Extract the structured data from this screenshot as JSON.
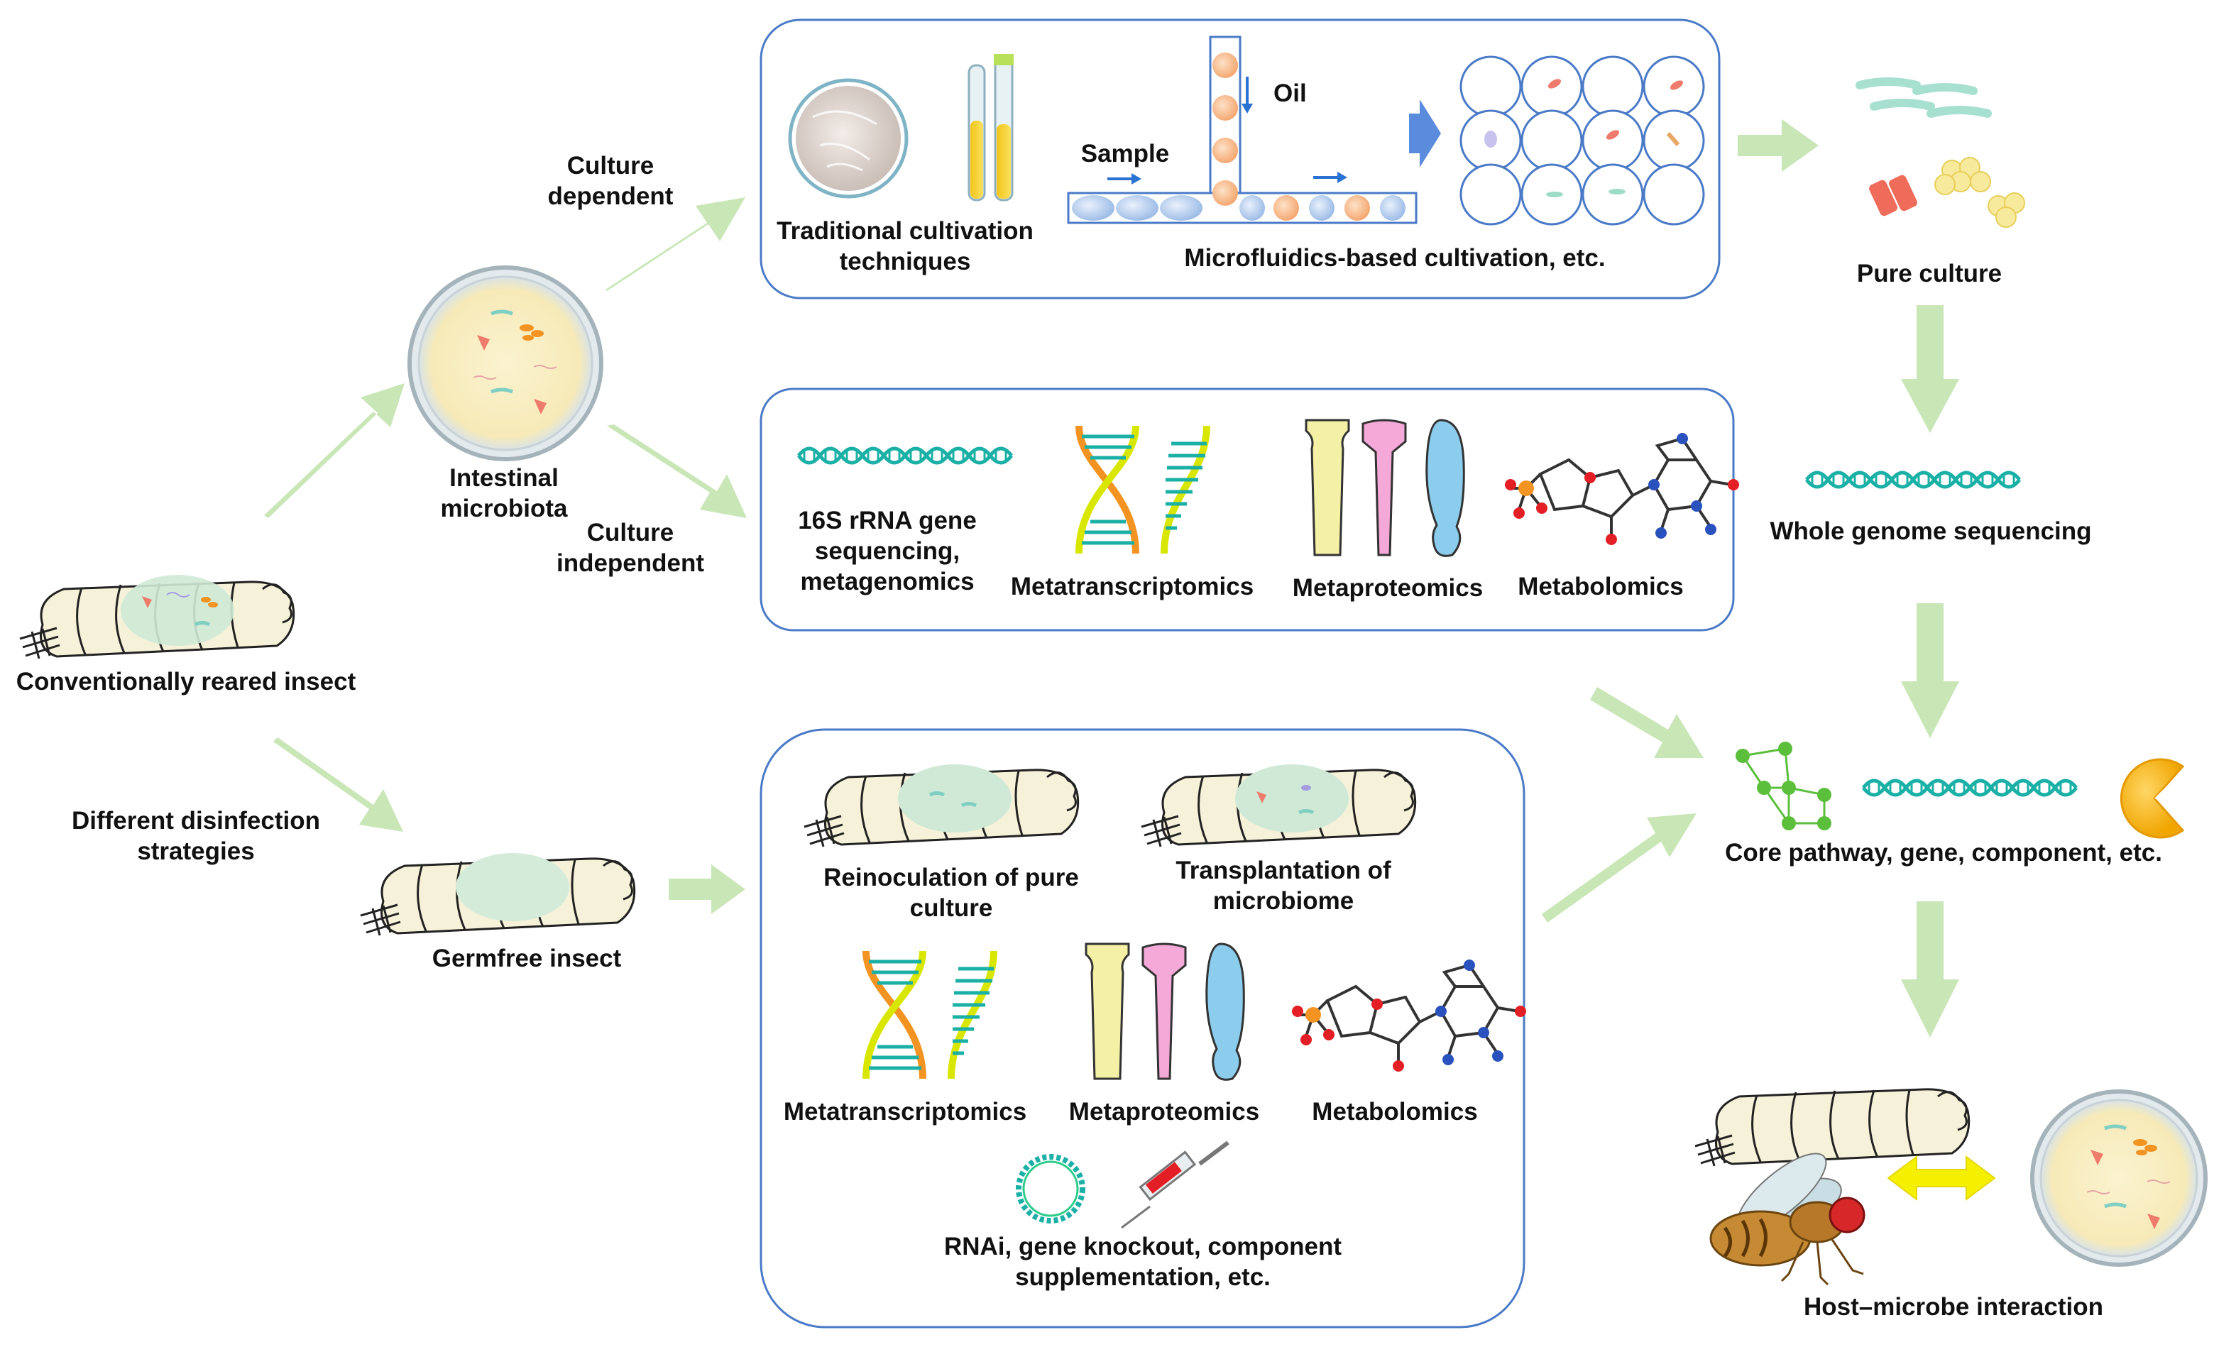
{
  "nodes": {
    "conventional_insect": "Conventionally reared insect",
    "intestinal_microbiota": [
      "Intestinal",
      "microbiota"
    ],
    "culture_dependent": [
      "Culture",
      "dependent"
    ],
    "culture_independent": [
      "Culture",
      "independent"
    ],
    "disinfection": [
      "Different disinfection",
      "strategies"
    ],
    "germfree_insect": "Germfree insect",
    "pure_culture": "Pure culture",
    "whole_genome": "Whole genome sequencing",
    "core_pathway": "Core pathway, gene, component, etc.",
    "host_microbe": "Host–microbe interaction"
  },
  "panel_culture": {
    "traditional": [
      "Traditional cultivation",
      "techniques"
    ],
    "sample": "Sample",
    "oil": "Oil",
    "microfluidics": "Microfluidics-based cultivation, etc."
  },
  "panel_omics": {
    "rrna": [
      "16S rRNA gene",
      "sequencing,",
      "metagenomics"
    ],
    "metatranscriptomics": "Metatranscriptomics",
    "metaproteomics": "Metaproteomics",
    "metabolomics": "Metabolomics"
  },
  "panel_germfree": {
    "reinoculation": [
      "Reinoculation of pure",
      "culture"
    ],
    "transplantation": [
      "Transplantation of",
      "microbiome"
    ],
    "metatranscriptomics": "Metatranscriptomics",
    "metaproteomics": "Metaproteomics",
    "metabolomics": "Metabolomics",
    "rnai": [
      "RNAi, gene knockout, component",
      "supplementation, etc."
    ]
  },
  "colors": {
    "flow_arrow": "#c9e6b7",
    "panel_border": "#4a7ac7",
    "dna_teal": "#1bb0a6",
    "interaction_arrow": "#f5f000"
  }
}
